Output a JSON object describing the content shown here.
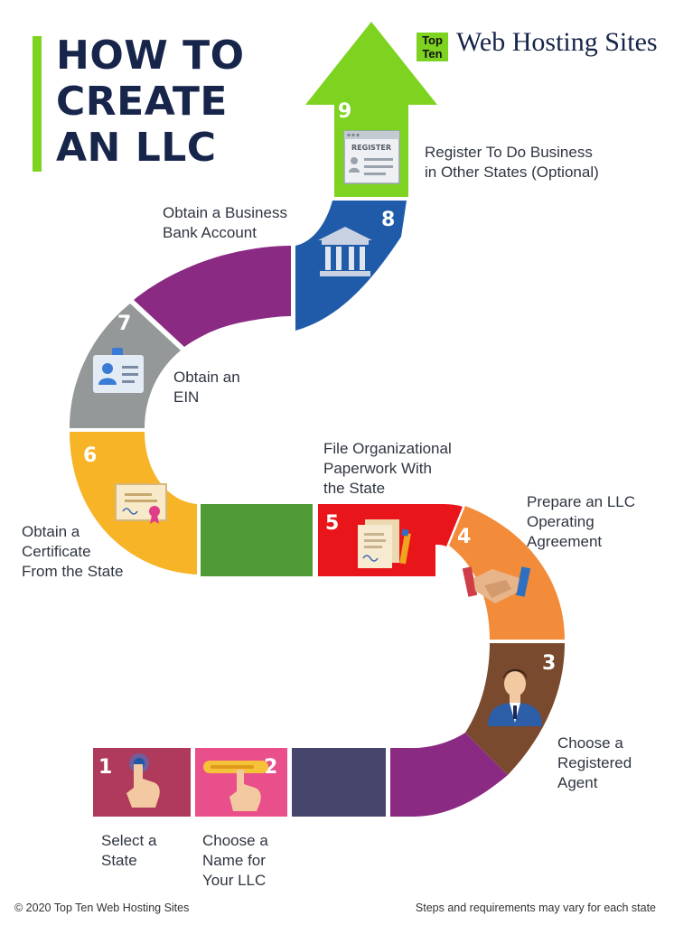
{
  "title": {
    "line1": "HOW TO",
    "line2": "CREATE",
    "line3": "AN LLC"
  },
  "logo": {
    "badge_line1": "Top",
    "badge_line2": "Ten",
    "name": "Web Hosting Sites"
  },
  "register_card_text": "REGISTER",
  "steps": [
    {
      "number": "1",
      "label_lines": [
        "Select a",
        "State"
      ],
      "color": "#b03a5b"
    },
    {
      "number": "2",
      "label_lines": [
        "Choose a",
        "Name for",
        "Your LLC"
      ],
      "color": "#e94f8a"
    },
    {
      "number": "3",
      "label_lines": [
        "Choose a",
        "Registered",
        "Agent"
      ],
      "color": "#7a4a2e"
    },
    {
      "number": "4",
      "label_lines": [
        "Prepare an LLC",
        "Operating",
        "Agreement"
      ],
      "color": "#f28c3a"
    },
    {
      "number": "5",
      "label_lines": [
        "File Organizational",
        "Paperwork With",
        "the State"
      ],
      "color": "#e8161b"
    },
    {
      "number": "6",
      "label_lines": [
        "Obtain a",
        "Certificate",
        "From the State"
      ],
      "color": "#f6b426"
    },
    {
      "number": "7",
      "label_lines": [
        "Obtain an",
        "EIN"
      ],
      "color": "#949899"
    },
    {
      "number": "8",
      "label_lines": [
        "Obtain a Business",
        "Bank Account"
      ],
      "color": "#1f5ba8"
    },
    {
      "number": "9",
      "label_lines": [
        "Register To Do Business",
        "in Other States (Optional)"
      ],
      "color": "#7ed321"
    }
  ],
  "connector_colors": {
    "navy": "#46466d",
    "purple": "#8a2a82",
    "green": "#4f9a34"
  },
  "footer": {
    "left": "© 2020 Top Ten Web Hosting Sites",
    "right": "Steps and requirements may vary for each state"
  }
}
